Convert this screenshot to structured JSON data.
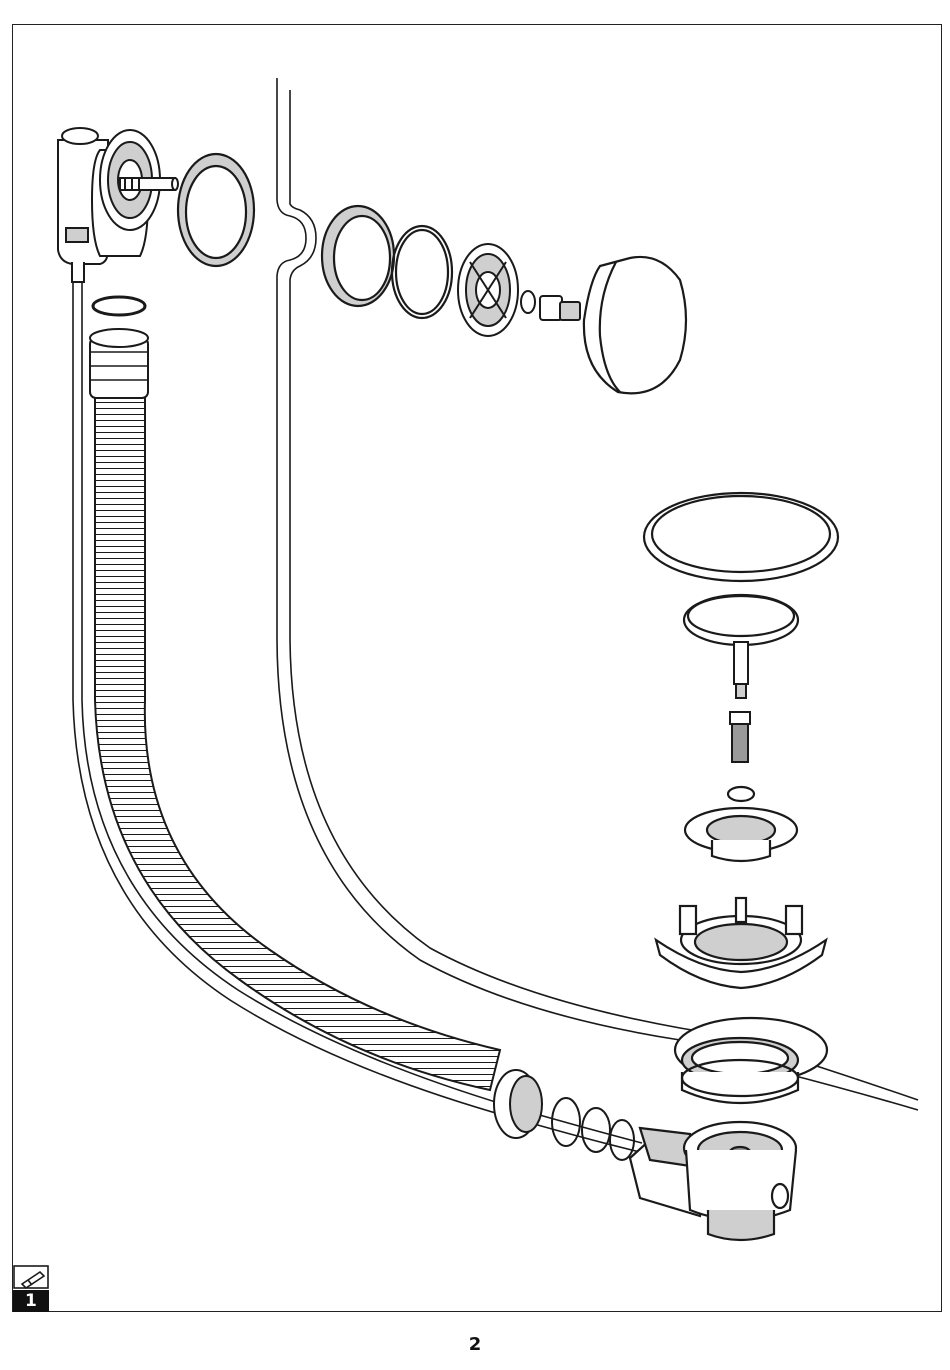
{
  "page": {
    "page_number": "2"
  },
  "step": {
    "number": "1",
    "icon": "tool-icon"
  },
  "colors": {
    "line": "#1a1a1a",
    "part_fill": "#ffffff",
    "shade": "#cfcfcf",
    "dark_shade": "#9a9a9a"
  },
  "parts": [
    "overflow-body",
    "overflow-flange",
    "overflow-gasket",
    "overflow-seal",
    "overflow-o-ring",
    "overflow-spider",
    "small-washer",
    "overflow-nut",
    "overflow-cap",
    "plug-cover",
    "plug-disc",
    "plug-stem",
    "threaded-pin",
    "pin-washer",
    "waste-grate",
    "clamp-ring",
    "waste-flange",
    "waste-body",
    "flexible-hose",
    "bowden-cable"
  ]
}
